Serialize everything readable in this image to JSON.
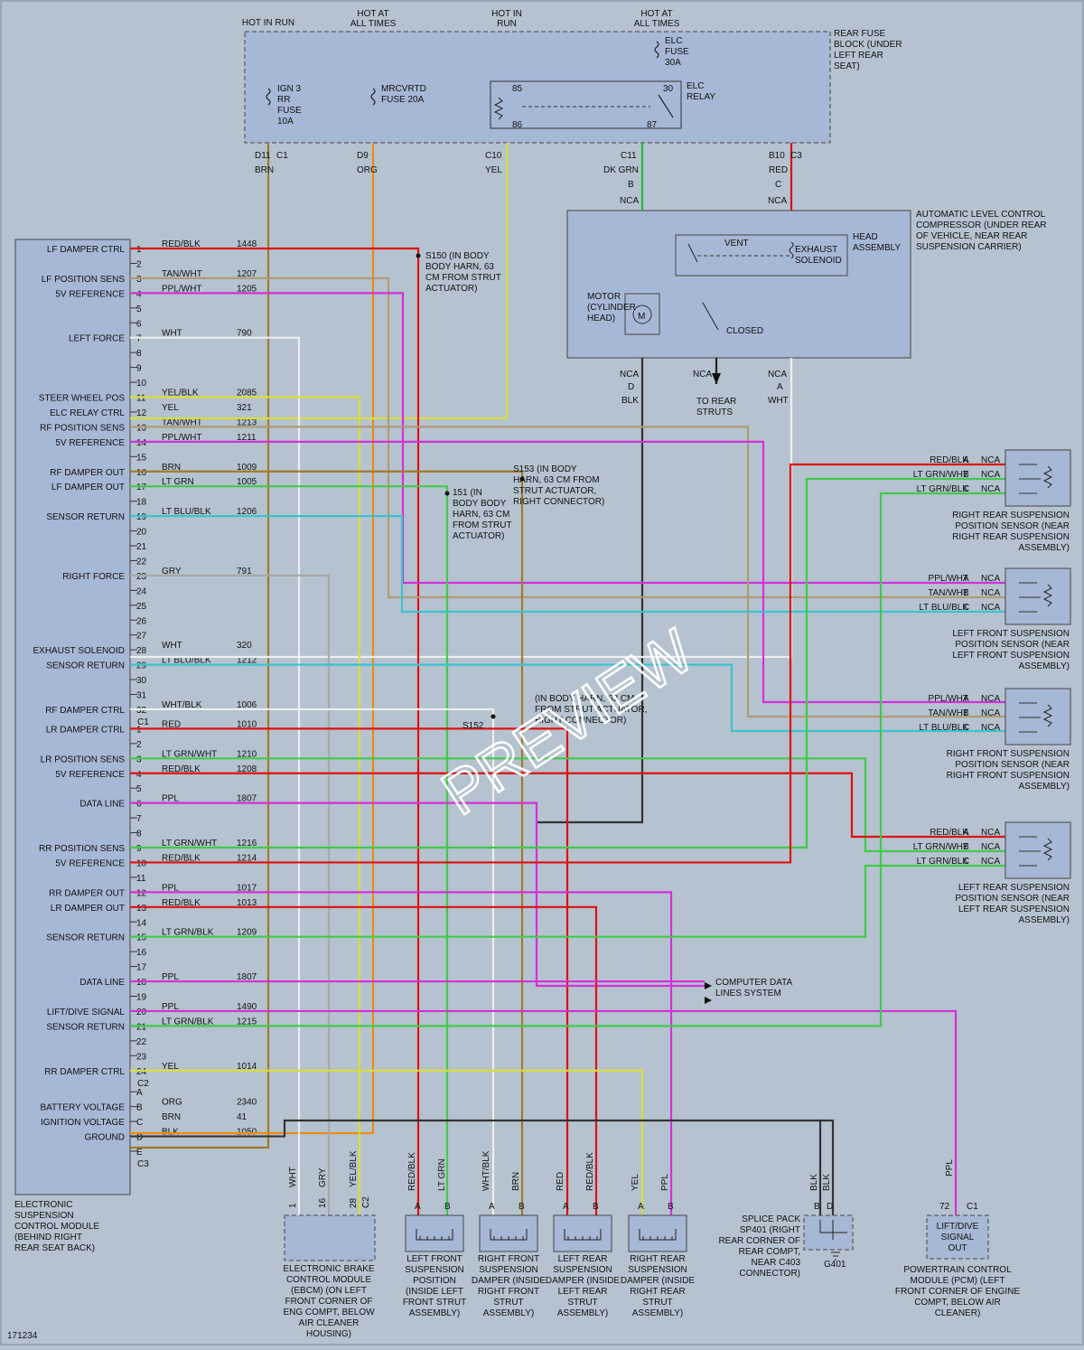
{
  "diagram_id": "171234",
  "watermark": "PREVIEW",
  "fuse_block": {
    "headers": [
      "HOT IN RUN",
      "HOT AT ALL TIMES",
      "HOT IN RUN",
      "HOT AT ALL TIMES"
    ],
    "label": "REAR FUSE BLOCK (UNDER LEFT REAR SEAT)",
    "fuses": [
      {
        "label": "IGN 3 RR FUSE 10A",
        "cavity": "D11",
        "connector": "C1",
        "color": "BRN"
      },
      {
        "label": "MRCVRTD FUSE 20A",
        "cavity": "D9",
        "connector": "",
        "color": "ORG"
      },
      {
        "label": "",
        "cavity": "C10",
        "connector": "",
        "color": "YEL"
      },
      {
        "label": "ELC FUSE 30A",
        "cavity": "C11",
        "connector": "",
        "color": "DK GRN"
      },
      {
        "label": "",
        "cavity": "B10",
        "connector": "C3",
        "color": "RED"
      }
    ],
    "relay": {
      "label": "ELC RELAY",
      "pins": [
        "85",
        "86",
        "30",
        "87"
      ]
    }
  },
  "compressor": {
    "label": "AUTOMATIC LEVEL CONTROL COMPRESSOR (UNDER REAR OF VEHICLE, NEAR REAR SUSPENSION CARRIER)",
    "head_assembly": "HEAD ASSEMBLY",
    "vent": "VENT",
    "exhaust_solenoid": "EXHAUST SOLENOID",
    "motor": "MOTOR (CYLINDER HEAD)",
    "closed": "CLOSED",
    "motor_glyph": "M",
    "to_rear_struts": "TO REAR STRUTS",
    "pins_top": [
      "B",
      "C"
    ],
    "pins_bottom": [
      "D",
      "A"
    ],
    "bottom_wires": [
      "BLK",
      "WHT"
    ],
    "nca": "NCA"
  },
  "ecm": {
    "label": "ELECTRONIC SUSPENSION CONTROL MODULE (BEHIND RIGHT REAR SEAT BACK)",
    "connectors": [
      "C1",
      "C2",
      "C3"
    ],
    "pins": [
      {
        "sig": "LF DAMPER CTRL",
        "pin": "1",
        "color": "RED/BLK",
        "circuit": "1448"
      },
      {
        "sig": "",
        "pin": "2",
        "color": "",
        "circuit": ""
      },
      {
        "sig": "LF POSITION SENS",
        "pin": "3",
        "color": "TAN/WHT",
        "circuit": "1207"
      },
      {
        "sig": "5V REFERENCE",
        "pin": "4",
        "color": "PPL/WHT",
        "circuit": "1205"
      },
      {
        "sig": "",
        "pin": "5",
        "color": "",
        "circuit": ""
      },
      {
        "sig": "",
        "pin": "6",
        "color": "",
        "circuit": ""
      },
      {
        "sig": "LEFT FORCE",
        "pin": "7",
        "color": "WHT",
        "circuit": "790"
      },
      {
        "sig": "",
        "pin": "8",
        "color": "",
        "circuit": ""
      },
      {
        "sig": "",
        "pin": "9",
        "color": "",
        "circuit": ""
      },
      {
        "sig": "",
        "pin": "10",
        "color": "",
        "circuit": ""
      },
      {
        "sig": "STEER WHEEL POS",
        "pin": "11",
        "color": "YEL/BLK",
        "circuit": "2085"
      },
      {
        "sig": "ELC RELAY CTRL",
        "pin": "12",
        "color": "YEL",
        "circuit": "321"
      },
      {
        "sig": "RF POSITION SENS",
        "pin": "13",
        "color": "TAN/WHT",
        "circuit": "1213"
      },
      {
        "sig": "5V REFERENCE",
        "pin": "14",
        "color": "PPL/WHT",
        "circuit": "1211"
      },
      {
        "sig": "",
        "pin": "15",
        "color": "",
        "circuit": ""
      },
      {
        "sig": "RF DAMPER OUT",
        "pin": "16",
        "color": "BRN",
        "circuit": "1009"
      },
      {
        "sig": "LF DAMPER OUT",
        "pin": "17",
        "color": "LT GRN",
        "circuit": "1005"
      },
      {
        "sig": "",
        "pin": "18",
        "color": "",
        "circuit": ""
      },
      {
        "sig": "SENSOR RETURN",
        "pin": "19",
        "color": "LT BLU/BLK",
        "circuit": "1206"
      },
      {
        "sig": "",
        "pin": "20",
        "color": "",
        "circuit": ""
      },
      {
        "sig": "",
        "pin": "21",
        "color": "",
        "circuit": ""
      },
      {
        "sig": "",
        "pin": "22",
        "color": "",
        "circuit": ""
      },
      {
        "sig": "RIGHT FORCE",
        "pin": "23",
        "color": "GRY",
        "circuit": "791"
      },
      {
        "sig": "",
        "pin": "24",
        "color": "",
        "circuit": ""
      },
      {
        "sig": "",
        "pin": "25",
        "color": "",
        "circuit": ""
      },
      {
        "sig": "",
        "pin": "26",
        "color": "",
        "circuit": ""
      },
      {
        "sig": "",
        "pin": "27",
        "color": "",
        "circuit": ""
      },
      {
        "sig": "EXHAUST SOLENOID",
        "pin": "28",
        "color": "WHT",
        "circuit": "320"
      },
      {
        "sig": "SENSOR RETURN",
        "pin": "29",
        "color": "LT BLU/BLK",
        "circuit": "1212"
      },
      {
        "sig": "",
        "pin": "30",
        "color": "",
        "circuit": ""
      },
      {
        "sig": "",
        "pin": "31",
        "color": "",
        "circuit": ""
      },
      {
        "sig": "RF DAMPER CTRL",
        "pin": "32",
        "color": "WHT/BLK",
        "circuit": "1006"
      },
      {
        "sig": "LR DAMPER CTRL",
        "pin": "1",
        "color": "RED",
        "circuit": "1010"
      },
      {
        "sig": "",
        "pin": "2",
        "color": "",
        "circuit": ""
      },
      {
        "sig": "LR POSITION SENS",
        "pin": "3",
        "color": "LT GRN/WHT",
        "circuit": "1210"
      },
      {
        "sig": "5V REFERENCE",
        "pin": "4",
        "color": "RED/BLK",
        "circuit": "1208"
      },
      {
        "sig": "",
        "pin": "5",
        "color": "",
        "circuit": ""
      },
      {
        "sig": "DATA LINE",
        "pin": "6",
        "color": "PPL",
        "circuit": "1807"
      },
      {
        "sig": "",
        "pin": "7",
        "color": "",
        "circuit": ""
      },
      {
        "sig": "",
        "pin": "8",
        "color": "",
        "circuit": ""
      },
      {
        "sig": "RR POSITION SENS",
        "pin": "9",
        "color": "LT GRN/WHT",
        "circuit": "1216"
      },
      {
        "sig": "5V REFERENCE",
        "pin": "10",
        "color": "RED/BLK",
        "circuit": "1214"
      },
      {
        "sig": "",
        "pin": "11",
        "color": "",
        "circuit": ""
      },
      {
        "sig": "RR DAMPER OUT",
        "pin": "12",
        "color": "PPL",
        "circuit": "1017"
      },
      {
        "sig": "LR DAMPER OUT",
        "pin": "13",
        "color": "RED/BLK",
        "circuit": "1013"
      },
      {
        "sig": "",
        "pin": "14",
        "color": "",
        "circuit": ""
      },
      {
        "sig": "SENSOR RETURN",
        "pin": "15",
        "color": "LT GRN/BLK",
        "circuit": "1209"
      },
      {
        "sig": "",
        "pin": "16",
        "color": "",
        "circuit": ""
      },
      {
        "sig": "",
        "pin": "17",
        "color": "",
        "circuit": ""
      },
      {
        "sig": "DATA LINE",
        "pin": "18",
        "color": "PPL",
        "circuit": "1807"
      },
      {
        "sig": "",
        "pin": "19",
        "color": "",
        "circuit": ""
      },
      {
        "sig": "LIFT/DIVE SIGNAL",
        "pin": "20",
        "color": "PPL",
        "circuit": "1490"
      },
      {
        "sig": "SENSOR RETURN",
        "pin": "21",
        "color": "LT GRN/BLK",
        "circuit": "1215"
      },
      {
        "sig": "",
        "pin": "22",
        "color": "",
        "circuit": ""
      },
      {
        "sig": "",
        "pin": "23",
        "color": "",
        "circuit": ""
      },
      {
        "sig": "RR DAMPER CTRL",
        "pin": "24",
        "color": "YEL",
        "circuit": "1014"
      },
      {
        "sig": "",
        "pin": "A",
        "color": "",
        "circuit": ""
      },
      {
        "sig": "BATTERY VOLTAGE",
        "pin": "B",
        "color": "ORG",
        "circuit": "2340"
      },
      {
        "sig": "IGNITION VOLTAGE",
        "pin": "C",
        "color": "BRN",
        "circuit": "41"
      },
      {
        "sig": "GROUND",
        "pin": "D",
        "color": "BLK",
        "circuit": "1050"
      },
      {
        "sig": "",
        "pin": "E",
        "color": "",
        "circuit": ""
      }
    ]
  },
  "splices": {
    "s150": "S150 (IN BODY BODY HARN, 63 CM FROM STRUT ACTUATOR)",
    "s151": "151 (IN BODY BODY HARN, 63 CM FROM STRUT ACTUATOR)",
    "s153": "S153 (IN BODY HARN, 63 CM FROM STRUT ACTUATOR, RIGHT CONNECTOR)",
    "s152": "S152",
    "s152_note": "(IN BODY HARN, 63 CM FROM STRUT ACTUATOR, RIGHT CONNECTOR)"
  },
  "sensors": [
    {
      "label": "RIGHT REAR SUSPENSION POSITION SENSOR (NEAR RIGHT REAR SUSPENSION ASSEMBLY)",
      "wires": [
        "RED/BLK",
        "LT GRN/WHT",
        "LT GRN/BLK"
      ]
    },
    {
      "label": "LEFT FRONT SUSPENSION POSITION SENSOR (NEAR LEFT FRONT SUSPENSION ASSEMBLY)",
      "wires": [
        "PPL/WHT",
        "TAN/WHT",
        "LT BLU/BLK"
      ]
    },
    {
      "label": "RIGHT FRONT SUSPENSION POSITION SENSOR (NEAR RIGHT FRONT SUSPENSION ASSEMBLY)",
      "wires": [
        "PPL/WHT",
        "TAN/WHT",
        "LT BLU/BLK"
      ]
    },
    {
      "label": "LEFT REAR SUSPENSION POSITION SENSOR (NEAR LEFT REAR SUSPENSION ASSEMBLY)",
      "wires": [
        "RED/BLK",
        "LT GRN/WHT",
        "LT GRN/BLK"
      ]
    }
  ],
  "sensor_pins": [
    "A",
    "B",
    "C"
  ],
  "computer_data": "COMPUTER DATA LINES SYSTEM",
  "bottom": {
    "ebcm": "ELECTRONIC BRAKE CONTROL MODULE (EBCM) (ON LEFT FRONT CORNER OF ENG COMPT, BELOW AIR CLEANER HOUSING)",
    "ebcm_wires": [
      "WHT",
      "GRY",
      "YEL/BLK"
    ],
    "ebcm_pins": [
      "1",
      "16",
      "28"
    ],
    "ebcm_conn": "C2",
    "dampers": [
      {
        "label": "LEFT FRONT SUSPENSION POSITION (INSIDE LEFT FRONT STRUT ASSEMBLY)",
        "wires": [
          "RED/BLK",
          "LT GRN"
        ]
      },
      {
        "label": "RIGHT FRONT SUSPENSION DAMPER (INSIDE RIGHT FRONT STRUT ASSEMBLY)",
        "wires": [
          "WHT/BLK",
          "BRN"
        ]
      },
      {
        "label": "LEFT REAR SUSPENSION DAMPER (INSIDE LEFT REAR STRUT ASSEMBLY)",
        "wires": [
          "RED",
          "RED/BLK"
        ]
      },
      {
        "label": "RIGHT REAR SUSPENSION DAMPER (INSIDE RIGHT REAR STRUT ASSEMBLY)",
        "wires": [
          "YEL",
          "PPL"
        ]
      }
    ],
    "damper_pins": [
      "A",
      "B"
    ],
    "splice_pack": "SPLICE PACK SP401 (RIGHT REAR CORNER OF REAR COMPT, NEAR C403 CONNECTOR)",
    "splice_wires": [
      "BLK",
      "BLK"
    ],
    "splice_pins": [
      "B",
      "D"
    ],
    "ground": "G401",
    "pcm_box": "LIFT/DIVE SIGNAL OUT",
    "pcm": "POWERTRAIN CONTROL MODULE (PCM) (LEFT FRONT CORNER OF ENGINE COMPT, BELOW AIR CLEANER)",
    "pcm_wire": "PPL",
    "pcm_pin": "72",
    "pcm_conn": "C1"
  },
  "wire_colors": {
    "RED": "#e01010",
    "BRN": "#a2792a",
    "ORG": "#ee8a14",
    "YEL": "#d9dc3e",
    "DK GRN": "#27b33e",
    "LT GRN": "#42c94a",
    "TAN": "#b29a78",
    "PPL": "#d52fd9",
    "WHT": "#eeeeee",
    "GRY": "#a8a8a8",
    "LT BLU": "#3cc3cf",
    "BLK": "#333333"
  }
}
